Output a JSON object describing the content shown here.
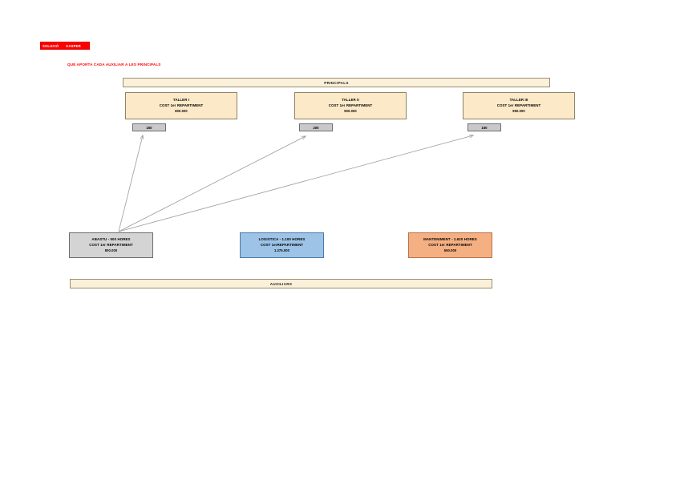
{
  "banner": {
    "left_label": "SOLUCIÓ",
    "right_label": "KASPER"
  },
  "subtitle": "QUE APORTA CADA AUXILIAR A LES PRINCIPALS",
  "sections": {
    "principals_header": "PRINCIPALS",
    "auxiliars_footer": "AUXILIARS"
  },
  "principals": [
    {
      "name": "TALLER I",
      "cost_label": "COST 1er REPARTIMENT",
      "amount": "800.000"
    },
    {
      "name": "TALLER II",
      "cost_label": "COST 1er REPARTIMENT",
      "amount": "900.000"
    },
    {
      "name": "TALLER III",
      "cost_label": "COST 1er REPARTIMENT",
      "amount": "950.000"
    }
  ],
  "rates": [
    {
      "value": "150"
    },
    {
      "value": "200"
    },
    {
      "value": "150"
    }
  ],
  "auxiliars": [
    {
      "name": "ABASTU - 500 HORES",
      "cost_label": "COST 1er REPARTIMENT",
      "amount": "800.000"
    },
    {
      "name": "LOGISTICA - 1.100 HORES",
      "cost_label": "COST 1erREPARTIMENT",
      "amount": "1.375.000"
    },
    {
      "name": "MANTENIMENT - 1.620 HORES",
      "cost_label": "COST 1er REPARTIMENT",
      "amount": "550.000"
    }
  ],
  "colors": {
    "banner_red": "#FF0000",
    "principal_cream": "#FBE9C8",
    "bar_cream": "#FBF0DA",
    "abastu_gray": "#D4D4D4",
    "logistica_blue": "#9DC3E6",
    "manteniment_orange": "#F4AF82",
    "rate_gray": "#C9C9C9",
    "arrow_gray": "#9A9A9A"
  }
}
